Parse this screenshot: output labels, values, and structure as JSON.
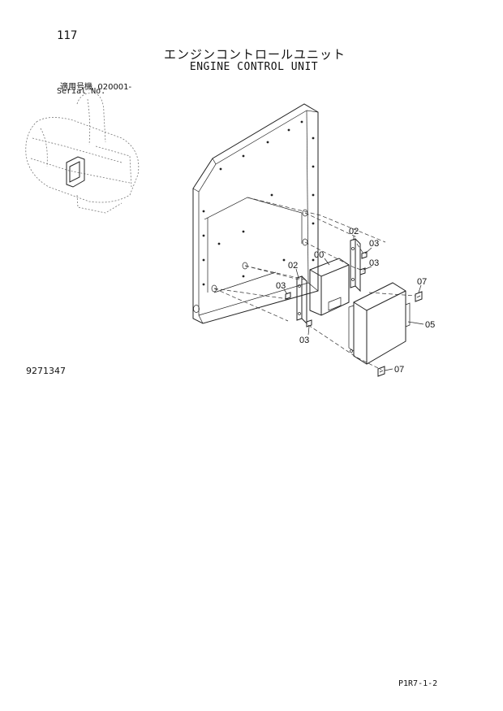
{
  "page_number": "117",
  "title_jp": "エンジンコントロールユニット",
  "title_en": "ENGINE CONTROL UNIT",
  "serial": {
    "label_jp": "適用号機",
    "number": "020001-",
    "label_en": "Serial No."
  },
  "figure_number": "9271347",
  "page_code": "P1R7-1-2",
  "callouts": {
    "c00": "00",
    "c02a": "02",
    "c02b": "02",
    "c03a": "03",
    "c03b": "03",
    "c03c": "03",
    "c03d": "03",
    "c05": "05",
    "c07a": "07",
    "c07b": "07"
  }
}
